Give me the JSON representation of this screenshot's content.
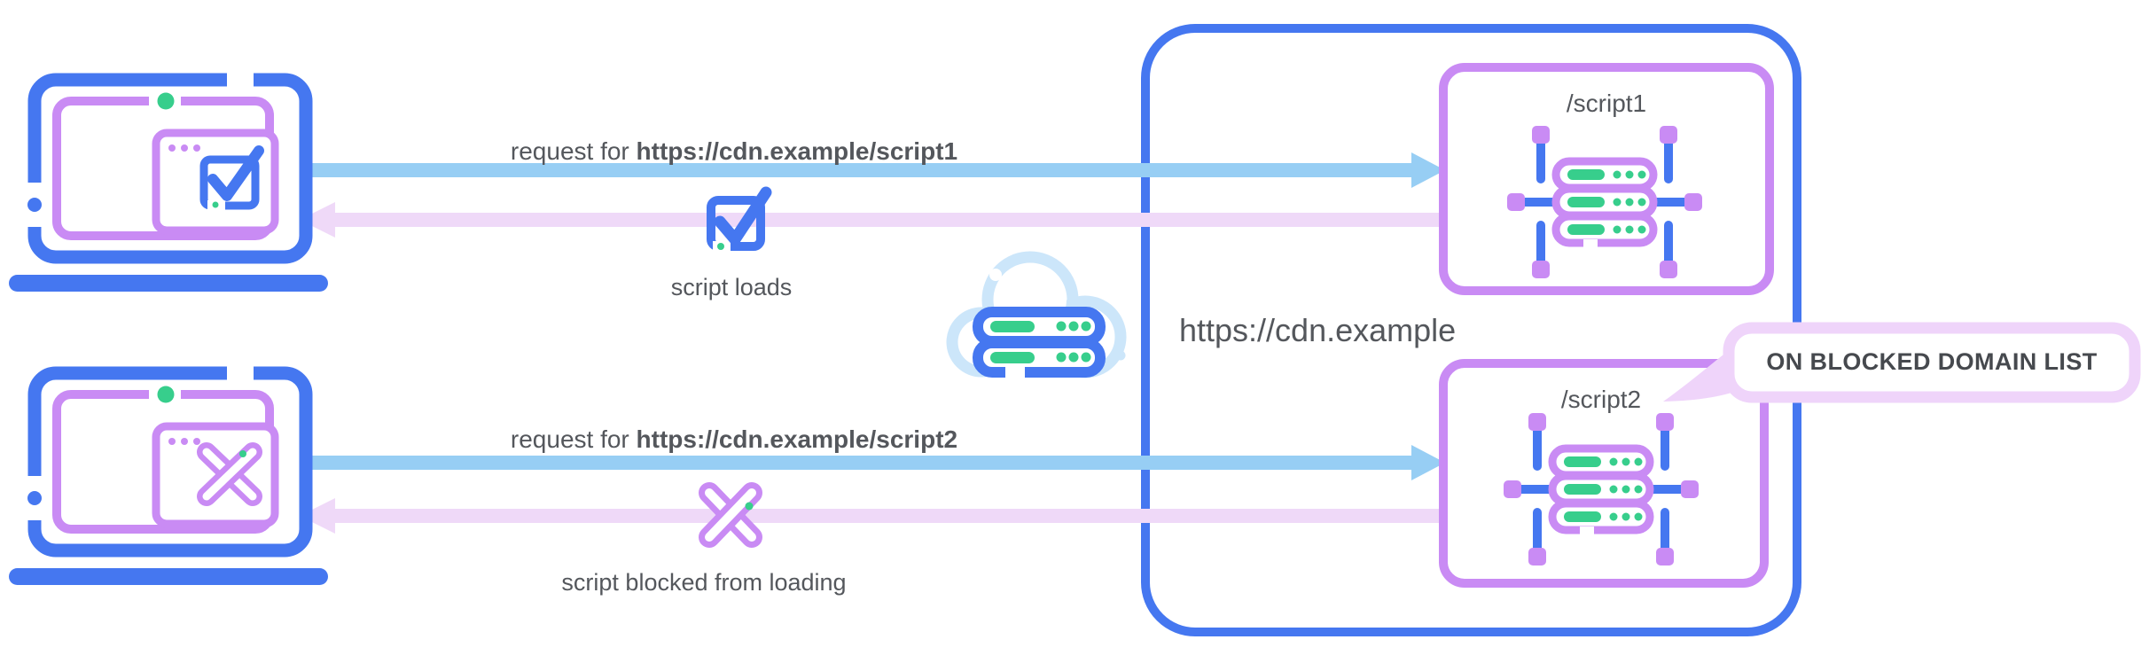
{
  "labels": {
    "request1_prefix": "request for ",
    "request1_url": "https://cdn.example/script1",
    "request1_result": "script loads",
    "request2_prefix": "request for ",
    "request2_url": "https://cdn.example/script2",
    "request2_result": "script blocked from loading",
    "cdn_domain": "https://cdn.example",
    "endpoint1": "/script1",
    "endpoint2": "/script2",
    "callout": "ON BLOCKED DOMAIN LIST"
  },
  "icons": {
    "laptop_allowed": "laptop-with-check-icon",
    "laptop_blocked": "laptop-with-x-icon",
    "script_loads": "checkbox-check-icon",
    "script_blocked": "crossed-x-icon",
    "cdn_cloud": "cloud-server-icon",
    "endpoint_server": "server-node-icon",
    "request_arrow": "right-arrow-icon",
    "response_arrow": "left-arrow-icon"
  },
  "colors": {
    "blue": "#4577F0",
    "purple": "#C98BF4",
    "arrow_blue": "#97CEF4",
    "arrow_pink": "#EFD9F8",
    "callout_pink": "#EFD4FA",
    "cloud_blue": "#CCE6FA",
    "green": "#37CE8C",
    "text": "#54575C",
    "text_dark": "#46494E"
  }
}
